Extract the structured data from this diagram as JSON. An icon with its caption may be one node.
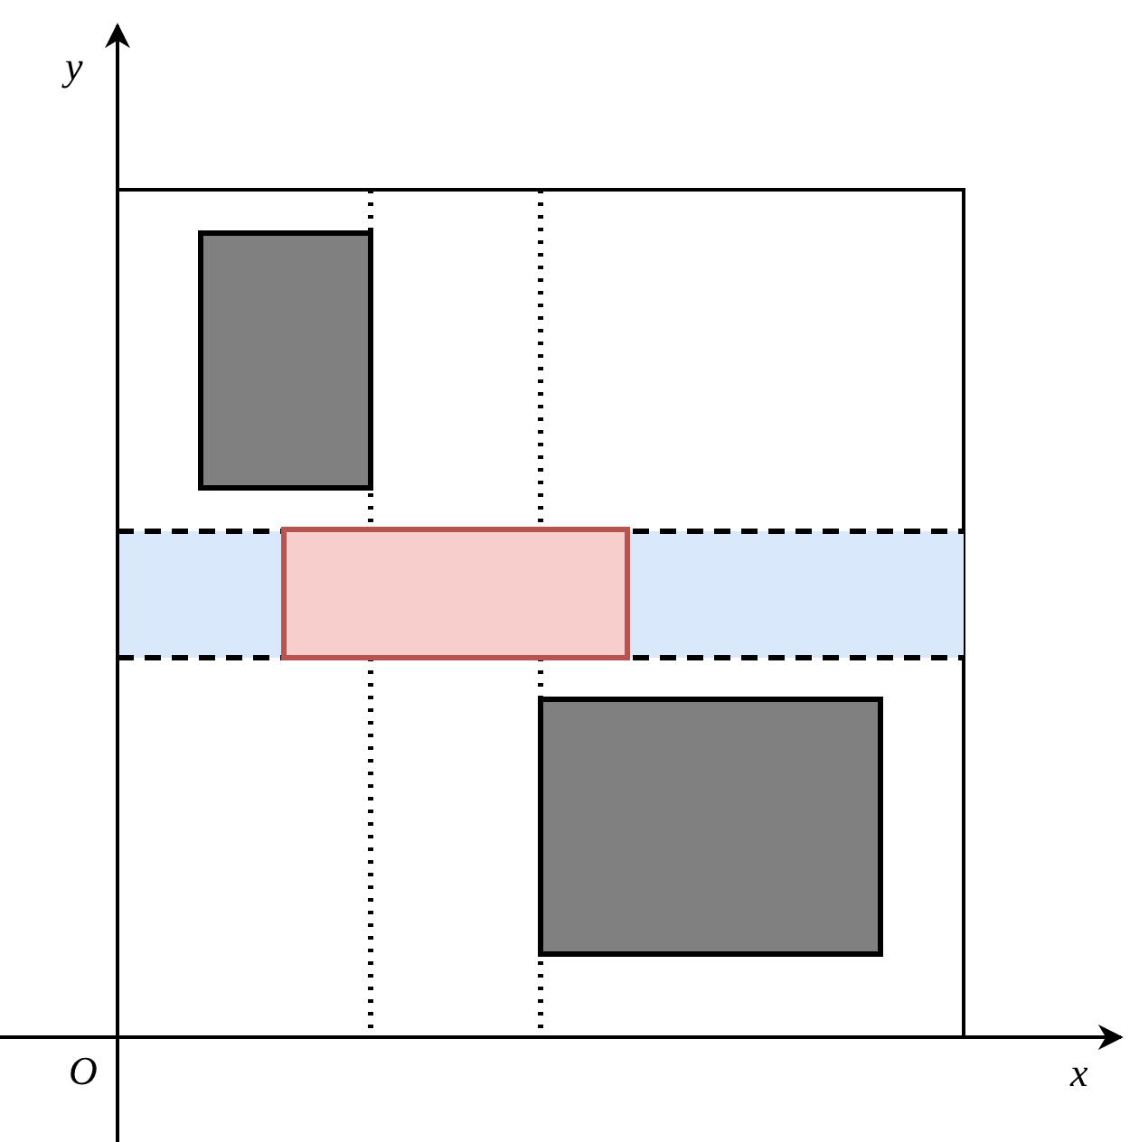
{
  "diagram": {
    "labels": [
      "y",
      "O",
      "x"
    ]
  }
}
